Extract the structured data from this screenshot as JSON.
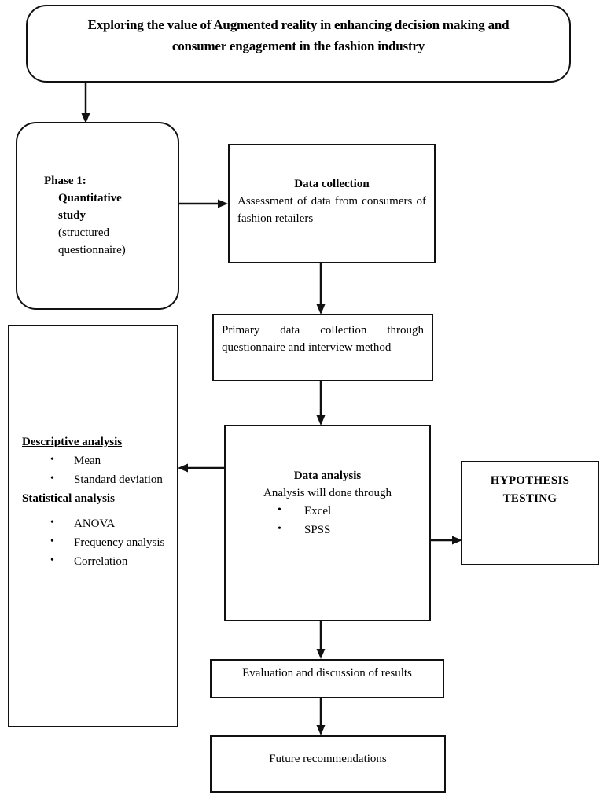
{
  "diagram": {
    "title_box": {
      "text": "Exploring the value of Augmented reality in enhancing decision making and consumer engagement in the fashion industry"
    },
    "phase1_box": {
      "line1": "Phase 1:",
      "line2": "Quantitative",
      "line3": "study",
      "line4": "(structured",
      "line5": "questionnaire)"
    },
    "data_collection_box": {
      "heading": "Data collection",
      "body": "Assessment of data from consumers of fashion retailers"
    },
    "primary_data_box": {
      "body": "Primary data collection through questionnaire and interview method"
    },
    "data_analysis_box": {
      "heading": "Data analysis",
      "subheading": "Analysis will done through",
      "items": [
        "Excel",
        "SPSS"
      ]
    },
    "analysis_panel": {
      "descriptive_heading": "Descriptive analysis",
      "descriptive_items": [
        "Mean",
        "Standard deviation"
      ],
      "statistical_heading": "Statistical analysis",
      "statistical_items": [
        "ANOVA",
        "Frequency analysis",
        "Correlation"
      ]
    },
    "hypothesis_box": {
      "line1": "HYPOTHESIS",
      "line2": "TESTING"
    },
    "evaluation_box": {
      "text": "Evaluation and discussion of results"
    },
    "future_box": {
      "text": "Future recommendations"
    },
    "connectors": [
      {
        "name": "title-to-phase1",
        "direction": "down"
      },
      {
        "name": "phase1-to-data-collection",
        "direction": "right"
      },
      {
        "name": "data-collection-to-primary-data",
        "direction": "down"
      },
      {
        "name": "primary-data-to-data-analysis",
        "direction": "down"
      },
      {
        "name": "data-analysis-to-analysis-panel",
        "direction": "left"
      },
      {
        "name": "data-analysis-to-hypothesis",
        "direction": "right"
      },
      {
        "name": "data-analysis-to-evaluation",
        "direction": "down"
      },
      {
        "name": "evaluation-to-future",
        "direction": "down"
      }
    ],
    "colors": {
      "stroke": "#111111",
      "background": "#ffffff",
      "text": "#000000"
    }
  }
}
